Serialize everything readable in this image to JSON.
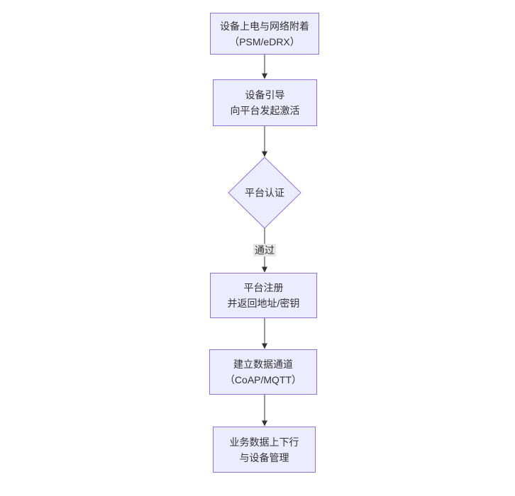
{
  "diagram": {
    "type": "flowchart",
    "direction": "top-down",
    "nodes": [
      {
        "id": "power-attach",
        "shape": "rect",
        "line1": "设备上电与网络附着",
        "line2": "（PSM/eDRX）"
      },
      {
        "id": "bootstrap",
        "shape": "rect",
        "line1": "设备引导",
        "line2": "向平台发起激活"
      },
      {
        "id": "platform-auth",
        "shape": "diamond",
        "label": "平台认证"
      },
      {
        "id": "register",
        "shape": "rect",
        "line1": "平台注册",
        "line2": "并返回地址/密钥"
      },
      {
        "id": "data-channel",
        "shape": "rect",
        "line1": "建立数据通道",
        "line2": "（CoAP/MQTT）"
      },
      {
        "id": "business",
        "shape": "rect",
        "line1": "业务数据上下行",
        "line2": "与设备管理"
      }
    ],
    "edges": [
      {
        "from": "power-attach",
        "to": "bootstrap",
        "label": ""
      },
      {
        "from": "bootstrap",
        "to": "platform-auth",
        "label": ""
      },
      {
        "from": "platform-auth",
        "to": "register",
        "label": "通过"
      },
      {
        "from": "register",
        "to": "data-channel",
        "label": ""
      },
      {
        "from": "data-channel",
        "to": "business",
        "label": ""
      }
    ],
    "edge_label": "通过",
    "colors": {
      "node_fill": "#ECECFF",
      "node_border": "#9370DB",
      "arrow": "#333333",
      "edge_label_bg": "#e8e8e8",
      "text": "#333333",
      "background": "#ffffff"
    }
  }
}
